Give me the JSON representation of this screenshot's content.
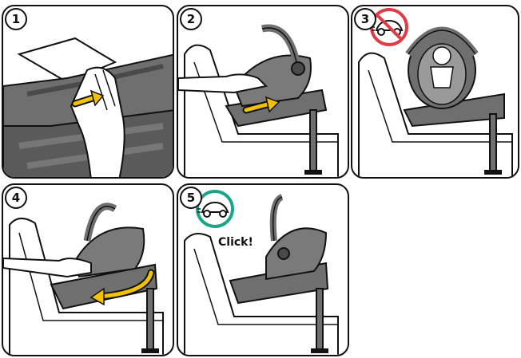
{
  "steps": [
    {
      "number": "1"
    },
    {
      "number": "2"
    },
    {
      "number": "3"
    },
    {
      "number": "4"
    },
    {
      "number": "5",
      "label": "Click!"
    }
  ],
  "colors": {
    "outline": "#111111",
    "seat_gray": "#6f6f6f",
    "seat_dark": "#4a4a4a",
    "arrow_yellow": "#f2c200",
    "prohibit_red": "#e03c45",
    "confirm_green": "#1aa58a"
  },
  "icons": {
    "step3": "car-prohibited-icon",
    "step5": "car-allowed-icon"
  }
}
